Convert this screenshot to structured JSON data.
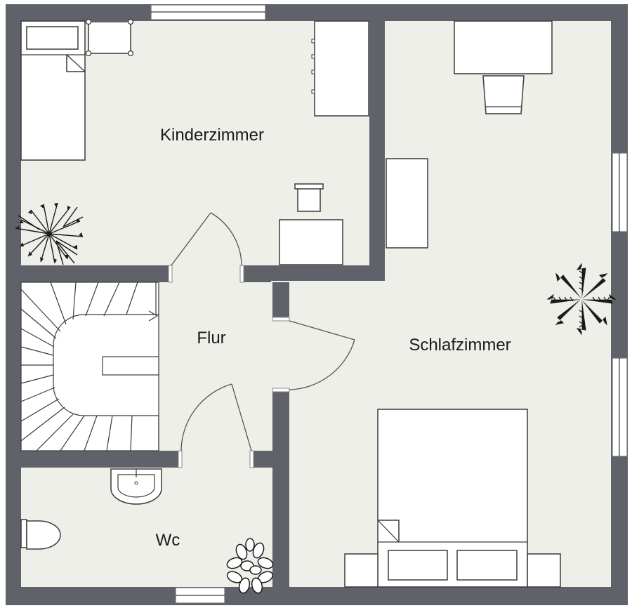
{
  "colors": {
    "wall": "#5f6269",
    "floor": "#eeefe8"
  },
  "rooms": {
    "kinderzimmer": "Kinderzimmer",
    "flur": "Flur",
    "schlafzimmer": "Schlafzimmer",
    "wc": "Wc"
  }
}
